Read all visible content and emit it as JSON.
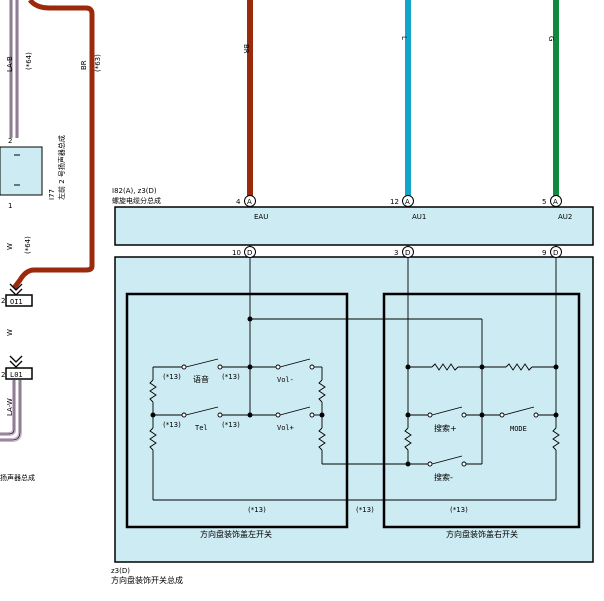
{
  "colors": {
    "wire_br": "#9b2a0c",
    "wire_l": "#12a5cc",
    "wire_g": "#128a3c",
    "wire_w": "#c8b6cc",
    "panel_fill": "#cdebf2",
    "line": "#000000"
  },
  "wire_labels": {
    "br": "BR",
    "l": "L",
    "g": "G",
    "left_br": "BR",
    "left_note": "(*63)",
    "left_la": "LA-B",
    "left_la_note": "(*64)",
    "left_w": "W",
    "left_w_note": "(*64)",
    "left_w2": "W",
    "left_la2": "LA-W"
  },
  "left_component": {
    "pin_top": "2",
    "pin_bottom": "1",
    "code": "I77",
    "name": "左前 2 号扬声器总成",
    "conn_oi1": "OI1",
    "conn_l01": "L01",
    "pin_oi1": "2",
    "pin_l01": "2",
    "name_cut": "扬声器总成"
  },
  "spiral_cable": {
    "code": "I82(A), z3(D)",
    "name": "螺旋电缆分总成",
    "pins_top": [
      {
        "pin": "4",
        "conn": "A",
        "label": "EAU"
      },
      {
        "pin": "12",
        "conn": "A",
        "label": "AU1"
      },
      {
        "pin": "5",
        "conn": "A",
        "label": "AU2"
      }
    ],
    "pins_bottom": [
      {
        "pin": "10",
        "conn": "D"
      },
      {
        "pin": "3",
        "conn": "D"
      },
      {
        "pin": "9",
        "conn": "D"
      }
    ]
  },
  "left_switch": {
    "name": "方向盘装饰盖左开关",
    "btn1": "语音",
    "btn2": "Vol-",
    "btn3": "Tel",
    "btn4": "Vol+",
    "note_a": "(*13)",
    "note_b": "(*13)",
    "note_c": "(*13)",
    "note_d": "(*13)",
    "note_bottom": "(*13)"
  },
  "right_switch": {
    "name": "方向盘装饰盖右开关",
    "btn1": "搜索+",
    "btn2": "MODE",
    "btn3": "搜索-",
    "note_bottom": "(*13)"
  },
  "between_note": "(*13)",
  "assembly": {
    "code": "z3(D)",
    "name": "方向盘装饰开关总成"
  }
}
